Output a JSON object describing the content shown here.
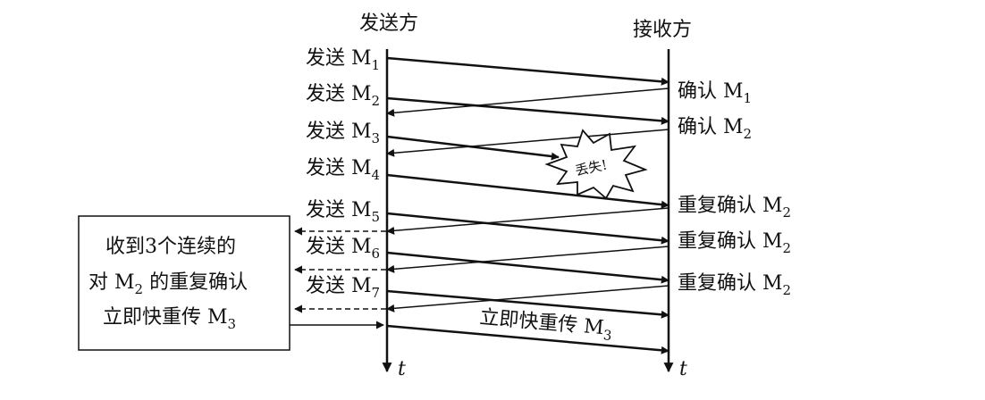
{
  "headers": {
    "sender": "发送方",
    "receiver": "接收方"
  },
  "time_label": "t",
  "sends": [
    {
      "prefix": "发送 M",
      "sub": "1"
    },
    {
      "prefix": "发送 M",
      "sub": "2"
    },
    {
      "prefix": "发送 M",
      "sub": "3"
    },
    {
      "prefix": "发送 M",
      "sub": "4"
    },
    {
      "prefix": "发送 M",
      "sub": "5"
    },
    {
      "prefix": "发送 M",
      "sub": "6"
    },
    {
      "prefix": "发送 M",
      "sub": "7"
    }
  ],
  "acks": [
    {
      "prefix": "确认 M",
      "sub": "1"
    },
    {
      "prefix": "确认 M",
      "sub": "2"
    },
    {
      "prefix": "重复确认 M",
      "sub": "2"
    },
    {
      "prefix": "重复确认 M",
      "sub": "2"
    },
    {
      "prefix": "重复确认 M",
      "sub": "2"
    }
  ],
  "lost_label": "丢失!",
  "note": {
    "line1": "收到3个连续的",
    "line2_prefix": "对 M",
    "line2_sub": "2",
    "line2_suffix": " 的重复确认",
    "line3_prefix": "立即快重传 M",
    "line3_sub": "3"
  },
  "retransmit": {
    "prefix": "立即快重传 M",
    "sub": "3"
  },
  "colors": {
    "ink": "#111111",
    "background": "#ffffff"
  }
}
